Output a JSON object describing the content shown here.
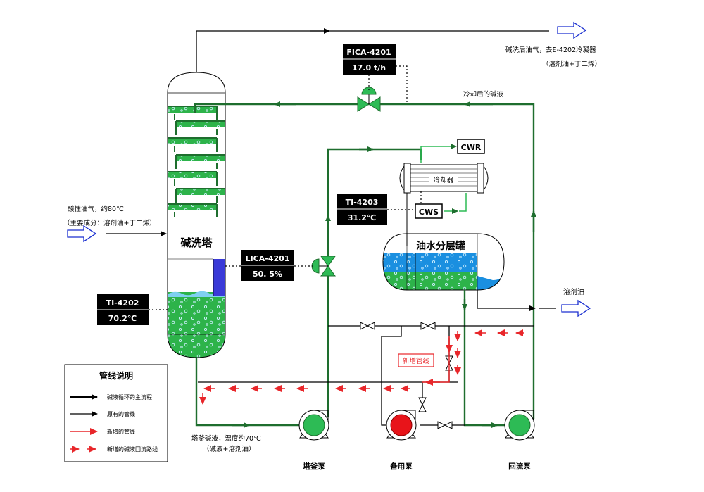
{
  "labels": {
    "tower": "碱洗塔",
    "separator": "油水分层罐",
    "cooler": "冷却器",
    "cwr": "CWR",
    "cws": "CWS",
    "feed_line1": "酸性油气，约80℃",
    "feed_line2": "（主要成分：溶剂油+丁二烯）",
    "top_out_line1": "碱洗后油气，去E-4202冷凝器",
    "top_out_line2": "（溶剂油+丁二烯）",
    "cooled_alkali": "冷却后的碱液",
    "solvent_oil": "溶剂油",
    "bottom_line1": "塔釜碱液，温度约70℃",
    "bottom_line2": "（碱液+溶剂油）",
    "new_pipe": "新增管线",
    "pump_bottom": "塔釜泵",
    "pump_spare": "备用泵",
    "pump_reflux": "回流泵"
  },
  "instruments": {
    "fica": {
      "tag": "FICA-4201",
      "value": "17.0  t/h"
    },
    "lica": {
      "tag": "LICA-4201",
      "value": "50. 5%"
    },
    "ti4203": {
      "tag": "TI-4203",
      "value": "31.2℃"
    },
    "ti4202": {
      "tag": "TI-4202",
      "value": "70.2℃"
    }
  },
  "legend": {
    "title": "管线说明",
    "items": [
      "碱液循环的主流程",
      "原有的管线",
      "新增的管线",
      "新增的碱液回流路线"
    ]
  },
  "colors": {
    "green_pipe": "#1e6e2e",
    "liquid_green": "#2db34a",
    "liquid_blue": "#1a8fe0",
    "red": "#e8262a",
    "arrow_blue": "#1a2fd0",
    "level_blue": "#3a3ad8",
    "valve_green": "#2dbb55"
  }
}
